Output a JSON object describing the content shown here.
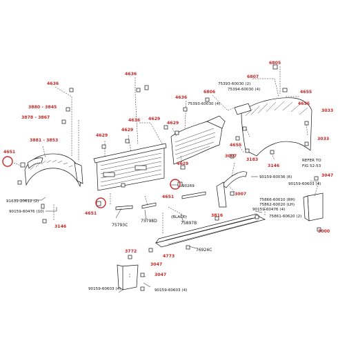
{
  "labels": {
    "l6805": "6805",
    "l6807": "6807",
    "l4636a": "4636",
    "l4636b": "4636",
    "l4636c": "4636",
    "l4636d": "4636",
    "l6806": "6806",
    "l4655a": "4655",
    "l4655b": "4655",
    "l4655c": "4655",
    "l3033a": "3033",
    "l3033b": "3033",
    "l3880": "3880 - 3845",
    "l3878": "3878 - 3867",
    "l3881": "3881 - 3853",
    "l4629a": "4629",
    "l4629b": "4629",
    "l4629c": "4629",
    "l4629d": "4629",
    "l4629e": "4629",
    "l4651a": "4651",
    "l4651b": "4651",
    "l4651c": "4651",
    "l3007a": "3007",
    "l3007b": "3007",
    "l3183": "3183",
    "l3146a": "3146",
    "l3146b": "3146",
    "l3047a": "3047",
    "l3047b": "3047",
    "l3047c": "3047",
    "l3816": "3816",
    "l3772": "3772",
    "l4773": "4773",
    "l3000": "3000"
  },
  "part_numbers": {
    "p75393a": "75393-60030 (2)",
    "p75394": "75394-60030 (4)",
    "p75393b": "75393-60030 (4)",
    "p90269": "90269",
    "p90159a": "90159-60036 (6)",
    "p90159b": "90159-60603 (4)",
    "p75866": "75866-60010 (RH)",
    "p75862": "75862-60020 (LH)",
    "p90159c": "90159-60476 (4)",
    "p75861": "75861-60620 (2)",
    "p91631": "91631-20612 (2)",
    "p90159d": "90159-60476 (10)",
    "p75793c": "75793C",
    "p75798d": "75798D",
    "p_black": "(BLACK)",
    "p75897b": "75897B",
    "p76924c": "76924C",
    "p90159e": "90159-60603 (4)",
    "p90159f": "90159-60603 (4)"
  },
  "notes": {
    "refer_to": "REFER TO",
    "fig": "FIG 52-53"
  },
  "colors": {
    "callout_red": "#c62828",
    "line_black": "#111111"
  }
}
